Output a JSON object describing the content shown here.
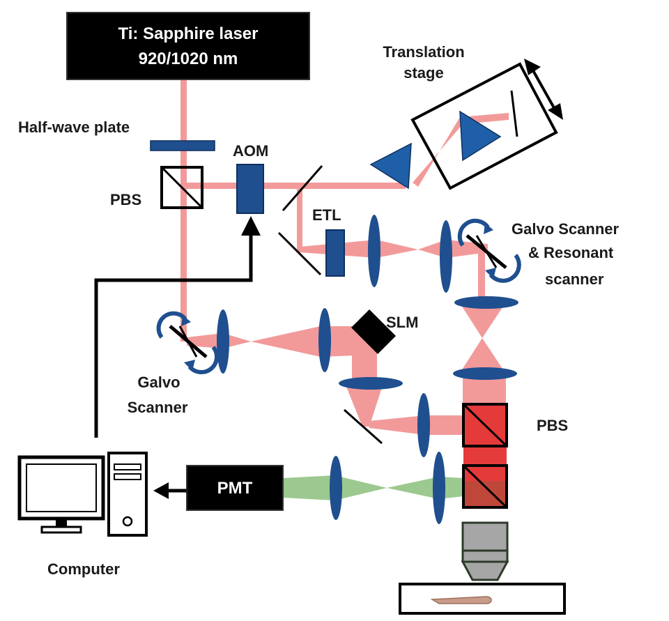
{
  "labels": {
    "laser_line1": "Ti: Sapphire laser",
    "laser_line2": "920/1020 nm",
    "half_wave_plate": "Half-wave plate",
    "pbs_top": "PBS",
    "aom": "AOM",
    "translation_line1": "Translation",
    "translation_line2": "stage",
    "etl": "ETL",
    "galvo_resonant_line1": "Galvo Scanner",
    "galvo_resonant_line2": "& Resonant",
    "galvo_resonant_line3": "scanner",
    "slm": "SLM",
    "galvo_line1": "Galvo",
    "galvo_line2": "Scanner",
    "pbs_right": "PBS",
    "pmt": "PMT",
    "computer": "Computer"
  },
  "colors": {
    "laser_beam": "#f29a9a",
    "emission_beam": "#9cc98f",
    "optic_blue": "#1f4f8f",
    "box_black": "#000000"
  },
  "icons": [
    "computer-monitor-icon",
    "computer-tower-icon",
    "rotation-arrow-icon",
    "double-arrow-icon"
  ]
}
